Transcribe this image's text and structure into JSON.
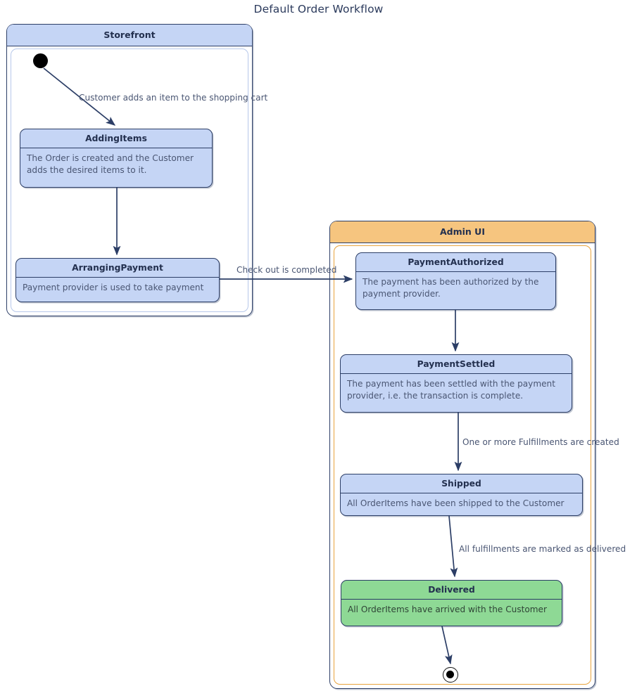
{
  "title": "Default Order Workflow",
  "colors": {
    "state_fill": "#c5d5f5",
    "state_border": "#2c3e66",
    "storefront_header": "#c5d5f5",
    "adminui_header": "#f6c57f",
    "adminui_region_border": "#e8a33d",
    "delivered_fill": "#8ed995",
    "text": "#23304f",
    "desc_text": "#4a5673",
    "edge": "#2c3e66"
  },
  "containers": {
    "storefront": {
      "label": "Storefront"
    },
    "adminui": {
      "label": "Admin UI"
    }
  },
  "pseudo_states": {
    "initial": "initial-state",
    "final": "final-state"
  },
  "states": {
    "adding_items": {
      "name": "AddingItems",
      "description": "The Order is created and the Customer adds the desired items to it."
    },
    "arranging_payment": {
      "name": "ArrangingPayment",
      "description": "Payment provider is used to take payment"
    },
    "payment_authorized": {
      "name": "PaymentAuthorized",
      "description": "The payment has been authorized by the payment provider."
    },
    "payment_settled": {
      "name": "PaymentSettled",
      "description": "The payment has been settled with the payment provider, i.e. the transaction is complete."
    },
    "shipped": {
      "name": "Shipped",
      "description": "All OrderItems have been shipped to the Customer"
    },
    "delivered": {
      "name": "Delivered",
      "description": "All OrderItems have arrived with the Customer"
    }
  },
  "transitions": {
    "initial_to_adding": {
      "label": "Customer adds an item to the shopping cart"
    },
    "adding_to_arranging": {
      "label": ""
    },
    "arranging_to_authorized": {
      "label": "Check out is completed"
    },
    "authorized_to_settled": {
      "label": ""
    },
    "settled_to_shipped": {
      "label": "One or more Fulfillments are created"
    },
    "shipped_to_delivered": {
      "label": "All fulfillments are marked as delivered"
    },
    "delivered_to_final": {
      "label": ""
    }
  }
}
